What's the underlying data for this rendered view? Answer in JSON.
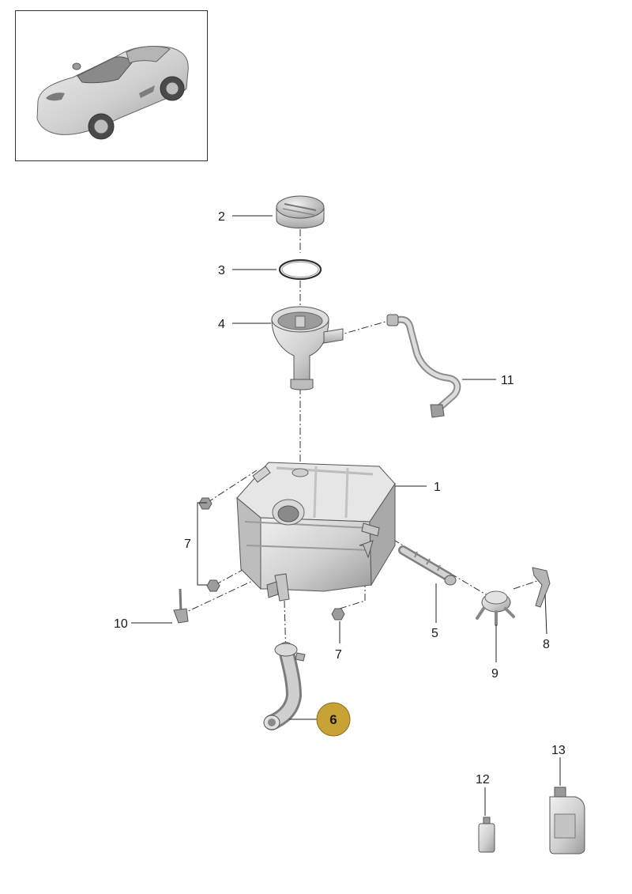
{
  "colors": {
    "highlight_badge": "#c9a236",
    "part_fill": "#d4d4d4",
    "part_shadow": "#a9a9a9",
    "part_light": "#ececec",
    "frame": "#333333"
  },
  "callouts": [
    {
      "id": "1",
      "label": "1"
    },
    {
      "id": "2",
      "label": "2"
    },
    {
      "id": "3",
      "label": "3"
    },
    {
      "id": "4",
      "label": "4"
    },
    {
      "id": "5",
      "label": "5"
    },
    {
      "id": "6",
      "label": "6",
      "highlighted": true
    },
    {
      "id": "7a",
      "label": "7"
    },
    {
      "id": "7b",
      "label": "7"
    },
    {
      "id": "8",
      "label": "8"
    },
    {
      "id": "9",
      "label": "9"
    },
    {
      "id": "10",
      "label": "10"
    },
    {
      "id": "11",
      "label": "11"
    },
    {
      "id": "12",
      "label": "12"
    },
    {
      "id": "13",
      "label": "13"
    }
  ],
  "icons": {
    "thumbnail": "sports-car-icon",
    "highlight": "highlighted-callout-badge"
  }
}
